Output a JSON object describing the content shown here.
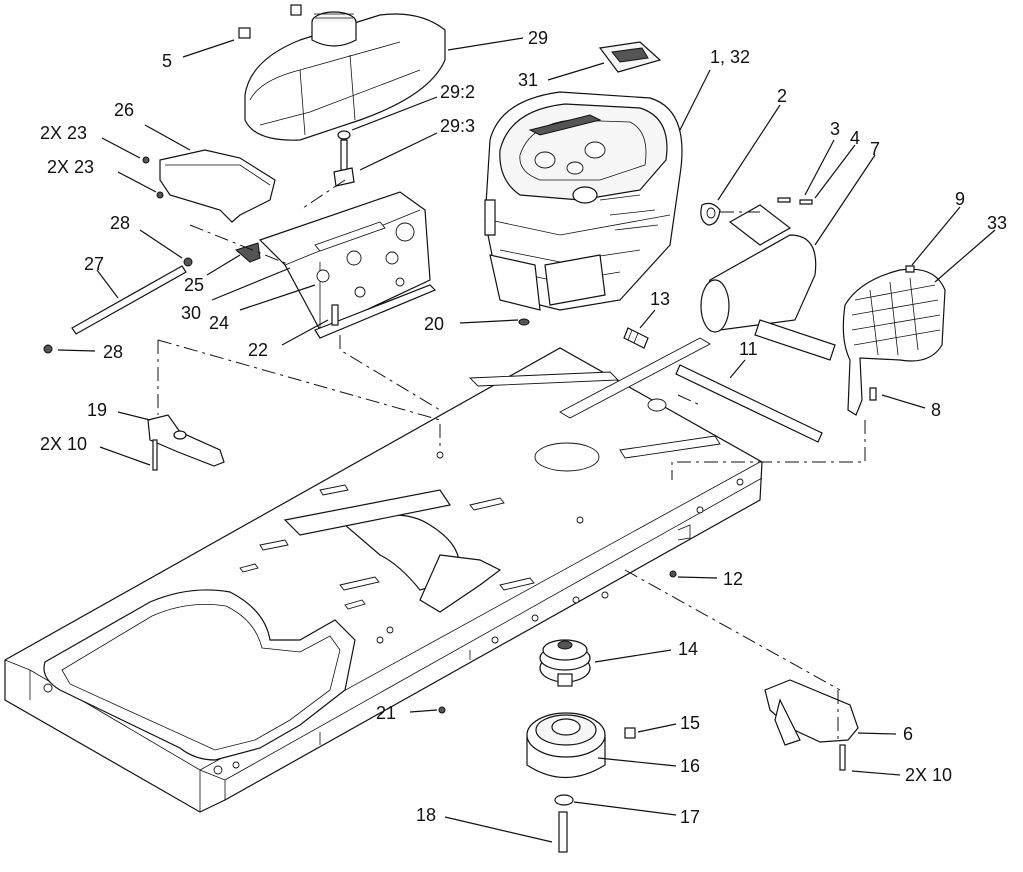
{
  "callouts": [
    {
      "id": "c5",
      "text": "5"
    },
    {
      "id": "c29",
      "text": "29"
    },
    {
      "id": "c31",
      "text": "31"
    },
    {
      "id": "c1_32",
      "text": "1, 32"
    },
    {
      "id": "c2",
      "text": "2"
    },
    {
      "id": "c29_2",
      "text": "29:2"
    },
    {
      "id": "c29_3",
      "text": "29:3"
    },
    {
      "id": "c26",
      "text": "26"
    },
    {
      "id": "c2x23a",
      "text": "2X 23"
    },
    {
      "id": "c2x23b",
      "text": "2X 23"
    },
    {
      "id": "c3",
      "text": "3"
    },
    {
      "id": "c4",
      "text": "4"
    },
    {
      "id": "c7",
      "text": "7"
    },
    {
      "id": "c9",
      "text": "9"
    },
    {
      "id": "c33",
      "text": "33"
    },
    {
      "id": "c28a",
      "text": "28"
    },
    {
      "id": "c27",
      "text": "27"
    },
    {
      "id": "c25",
      "text": "25"
    },
    {
      "id": "c30",
      "text": "30"
    },
    {
      "id": "c24",
      "text": "24"
    },
    {
      "id": "c28b",
      "text": "28"
    },
    {
      "id": "c22",
      "text": "22"
    },
    {
      "id": "c20",
      "text": "20"
    },
    {
      "id": "c13",
      "text": "13"
    },
    {
      "id": "c11",
      "text": "11"
    },
    {
      "id": "c8",
      "text": "8"
    },
    {
      "id": "c19",
      "text": "19"
    },
    {
      "id": "c2x10a",
      "text": "2X 10"
    },
    {
      "id": "c12",
      "text": "12"
    },
    {
      "id": "c14",
      "text": "14"
    },
    {
      "id": "c21",
      "text": "21"
    },
    {
      "id": "c15",
      "text": "15"
    },
    {
      "id": "c6",
      "text": "6"
    },
    {
      "id": "c16",
      "text": "16"
    },
    {
      "id": "c2x10b",
      "text": "2X 10"
    },
    {
      "id": "c18",
      "text": "18"
    },
    {
      "id": "c17",
      "text": "17"
    }
  ]
}
